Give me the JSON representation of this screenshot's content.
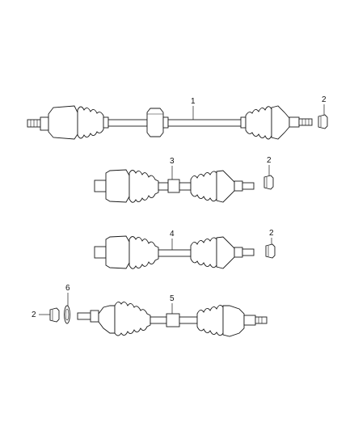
{
  "callouts": {
    "shaft_1": "1",
    "nut_a": "2",
    "nut_b": "2",
    "nut_c": "2",
    "nut_d": "2",
    "shaft_3": "3",
    "shaft_4": "4",
    "shaft_5": "5",
    "washer_6": "6"
  }
}
